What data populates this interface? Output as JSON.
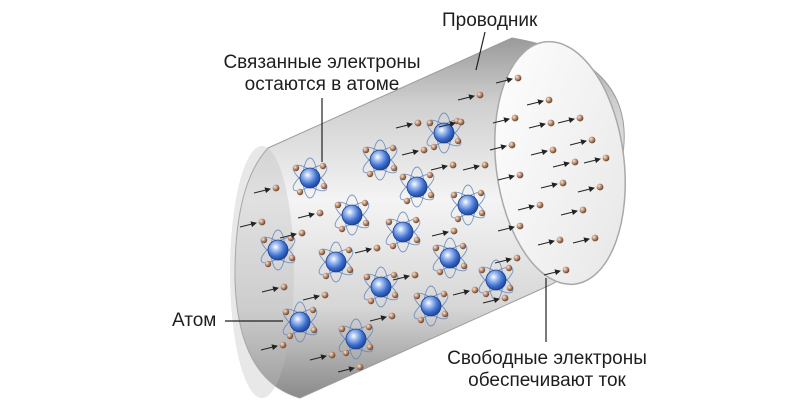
{
  "labels": {
    "conductor": "Проводник",
    "bound_electrons": [
      "Связанные электроны",
      "остаются в атоме"
    ],
    "atom": "Атом",
    "free_electrons": [
      "Свободные электроны",
      "обеспечивают ток"
    ]
  },
  "colors": {
    "cylinder_body": "#c9c9c9",
    "cylinder_highlight": "#f2f2f2",
    "cylinder_end_face": "#f6f6f6",
    "atom_nucleus": "#3d6fd0",
    "electron": "#a9785b",
    "leader_line": "#222222"
  },
  "icons": [
    "atom-icon",
    "free-electron-icon",
    "drift-arrow-icon"
  ]
}
